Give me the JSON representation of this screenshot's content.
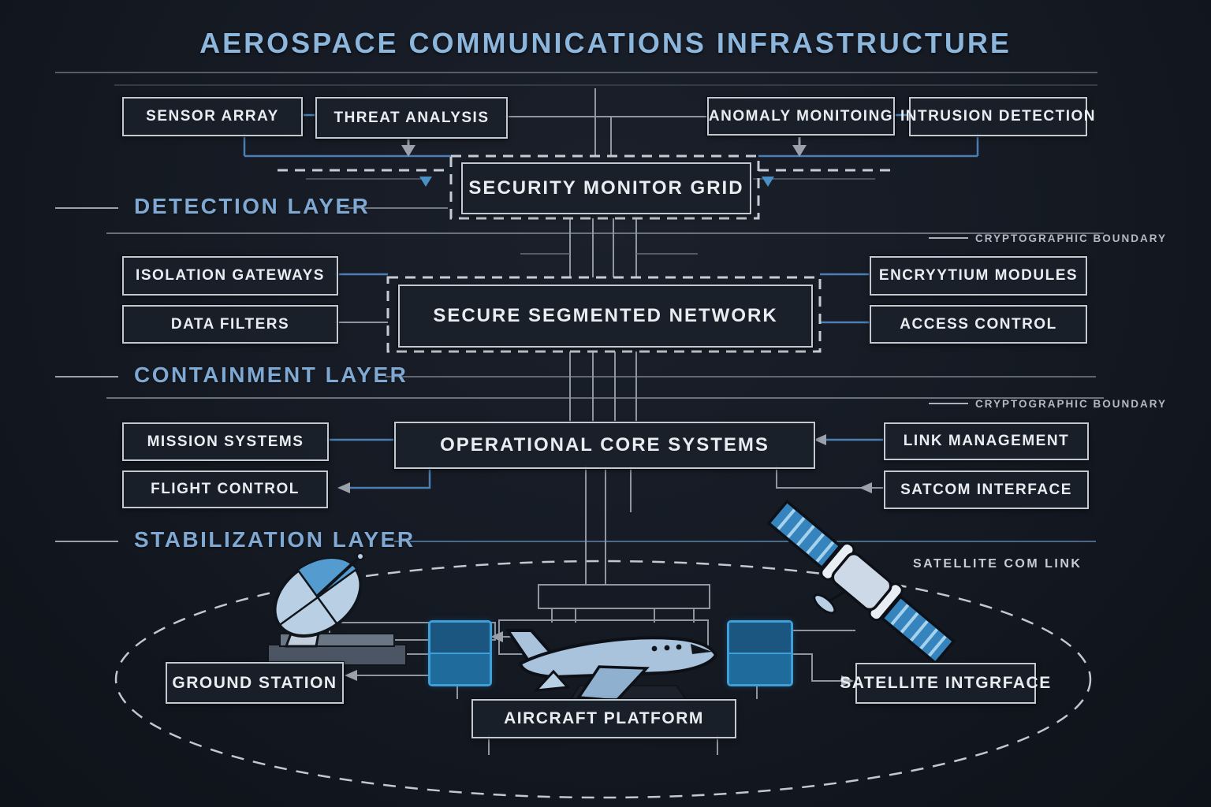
{
  "title": "AEROSPACE COMMUNICATIONS INFRASTRUCTURE",
  "layers": {
    "detection": "DETECTION LAYER",
    "containment": "CONTAINMENT LAYER",
    "stabilization": "STABILIZATION LAYER"
  },
  "boundary_label": "CRYPTOGRAPHIC BOUNDARY",
  "nodes": {
    "sensor_array": "SENSOR ARRAY",
    "threat_analysis": "THREAT ANALYSIS",
    "anomaly_monitoring": "ANOMALY MONITOING",
    "intrusion_detection": "INTRUSION DETECTION",
    "security_monitor_grid": "SECURITY MONITOR GRID",
    "isolation_gateways": "ISOLATION GATEWAYS",
    "data_filters": "DATA FILTERS",
    "secure_segmented_network": "SECURE SEGMENTED NETWORK",
    "encryption_modules": "ENCRYYTIUM MODULES",
    "access_control": "ACCESS CONTROL",
    "mission_systems": "MISSION SYSTEMS",
    "flight_control": "FLIGHT CONTROL",
    "operational_core_systems": "OPERATIONAL CORE SYSTEMS",
    "link_management": "LINK MANAGEMENT",
    "satcom_interface": "SATCOM INTERFACE",
    "ground_station": "GROUND STATION",
    "aircraft_platform": "AIRCRAFT PLATFORM",
    "satellite_interface": "SATELLITE INTGRFACE"
  },
  "annotations": {
    "satellite_com_link": "SATELLITE COM LINK"
  },
  "icons": [
    "satellite-dish-icon",
    "airplane-icon",
    "satellite-icon"
  ],
  "colors": {
    "background": "#141922",
    "title_blue": "#8db6dc",
    "layer_label_blue": "#7fa9d2",
    "box_border": "#c3c9d1",
    "box_fill": "#1a202a",
    "box_text": "#e9edf2",
    "line_blue": "#4a7fb5",
    "line_gray": "#8f96a0",
    "dashed_boundary": "#c6ccd4",
    "node_border": "#3f9fd9",
    "node_fill": "#1f6b9b",
    "icon_light_blue": "#aec8e0",
    "icon_mid_blue": "#4a9fd4"
  }
}
